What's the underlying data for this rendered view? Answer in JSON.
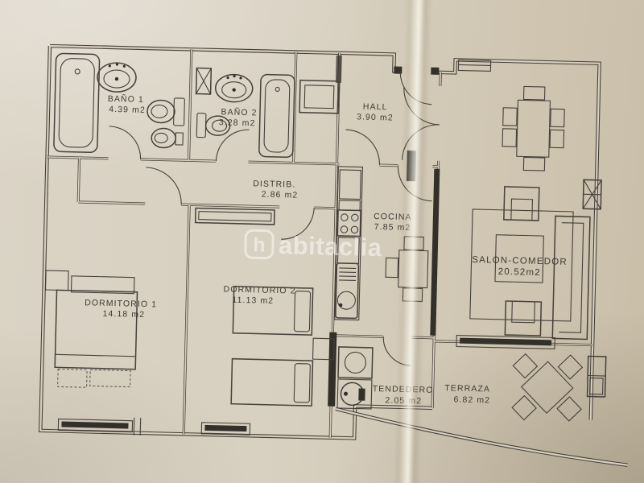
{
  "document": {
    "type": "apartment floor plan photograph",
    "watermark": {
      "logo_letter": "h",
      "text": "abitaclia"
    }
  },
  "colors": {
    "paper": "#d6cebe",
    "ink": "#433d34",
    "watermark": "#ffffff"
  },
  "rooms": [
    {
      "name": "BAÑO 1",
      "area": "4.39 m2"
    },
    {
      "name": "BAÑO 2",
      "area": "3.28 m2"
    },
    {
      "name": "HALL",
      "area": "3.90 m2"
    },
    {
      "name": "DISTRIB.",
      "area": "2.86 m2"
    },
    {
      "name": "COCINA",
      "area": "7.85 m2"
    },
    {
      "name": "SALON-COMEDOR",
      "area": "20.52m2"
    },
    {
      "name": "DORMITORIO 1",
      "area": "14.18 m2"
    },
    {
      "name": "DORMITORIO 2",
      "area": "11.13 m2"
    },
    {
      "name": "TENDEDERO",
      "area": "2.05 m2"
    },
    {
      "name": "TERRAZA",
      "area": "6.82 m2"
    }
  ]
}
